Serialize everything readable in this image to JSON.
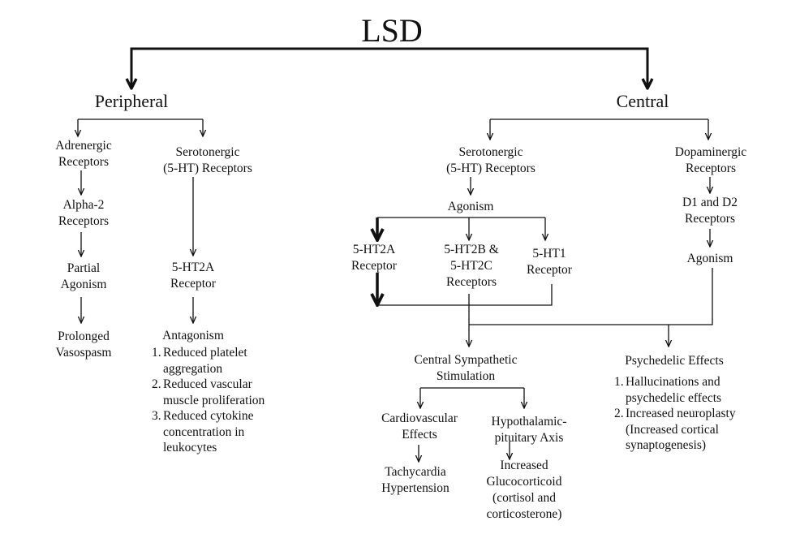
{
  "title": "LSD",
  "peripheral": {
    "heading": "Peripheral",
    "adrenergic": {
      "receptors": [
        "Adrenergic",
        "Receptors"
      ],
      "alpha2": [
        "Alpha-2",
        "Receptors"
      ],
      "action": [
        "Partial",
        "Agonism"
      ],
      "effect": [
        "Prolonged",
        "Vasospasm"
      ]
    },
    "serotonergic": {
      "receptors": [
        "Serotonergic",
        "(5-HT) Receptors"
      ],
      "subtype": [
        "5-HT2A",
        "Receptor"
      ],
      "action": "Antagonism",
      "effects": [
        {
          "num": "1.",
          "lines": [
            "Reduced platelet",
            "aggregation"
          ]
        },
        {
          "num": "2.",
          "lines": [
            "Reduced vascular",
            "muscle proliferation"
          ]
        },
        {
          "num": "3.",
          "lines": [
            "Reduced cytokine",
            "concentration in",
            "leukocytes"
          ]
        }
      ]
    }
  },
  "central": {
    "heading": "Central",
    "serotonergic": {
      "receptors": [
        "Serotonergic",
        "(5-HT) Receptors"
      ],
      "action": "Agonism",
      "subtypes": [
        [
          "5-HT2A",
          "Receptor"
        ],
        [
          "5-HT2B &",
          "5-HT2C",
          "Receptors"
        ],
        [
          "5-HT1",
          "Receptor"
        ]
      ]
    },
    "dopaminergic": {
      "receptors": [
        "Dopaminergic",
        "Receptors"
      ],
      "subtype": [
        "D1 and D2",
        "Receptors"
      ],
      "action": "Agonism"
    },
    "sympathetic": {
      "heading": [
        "Central Sympathetic",
        "Stimulation"
      ],
      "cardio": [
        "Cardiovascular",
        "Effects"
      ],
      "cardio_effect": [
        "Tachycardia",
        "Hypertension"
      ],
      "hpa": [
        "Hypothalamic-",
        "pituitary Axis"
      ],
      "hpa_effect": [
        "Increased",
        "Glucocorticoid",
        "(cortisol and",
        "corticosterone)"
      ]
    },
    "psychedelic": {
      "heading": "Psychedelic Effects",
      "effects": [
        {
          "num": "1.",
          "lines": [
            "Hallucinations and",
            "psychedelic effects"
          ]
        },
        {
          "num": "2.",
          "lines": [
            "Increased neuroplasty",
            "(Increased cortical",
            "synaptogenesis)"
          ]
        }
      ]
    }
  }
}
